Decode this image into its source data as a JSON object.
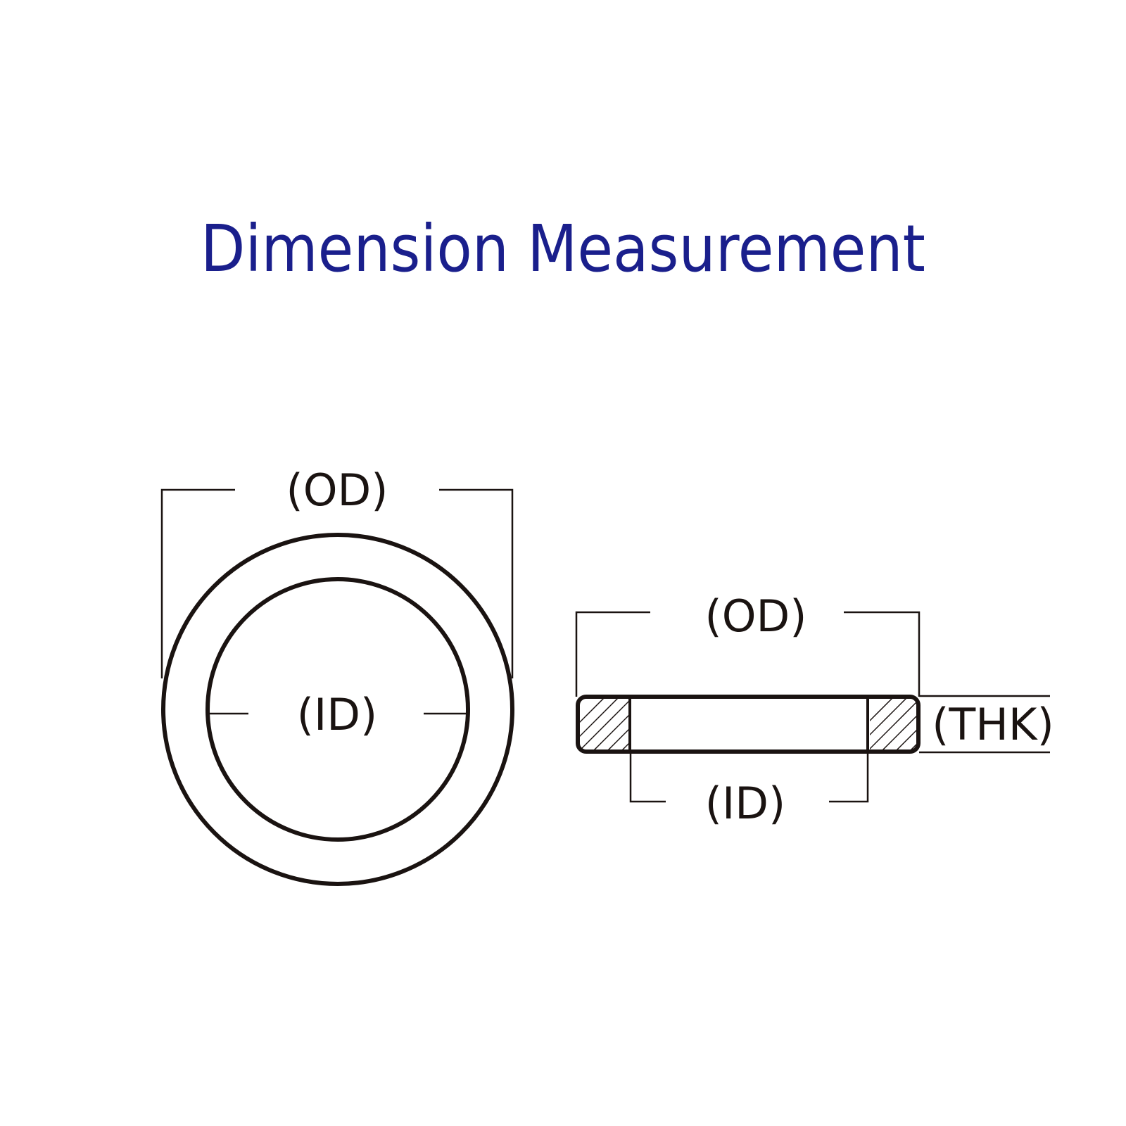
{
  "title": "Dimension Measurement",
  "colors": {
    "title": "#1a1f8c",
    "ink": "#1a1311",
    "background": "#ffffff"
  },
  "top_view": {
    "od_label": "(OD)",
    "id_label": "(ID)"
  },
  "side_view": {
    "od_label": "(OD)",
    "id_label": "(ID)",
    "thk_label": "(THK)"
  }
}
